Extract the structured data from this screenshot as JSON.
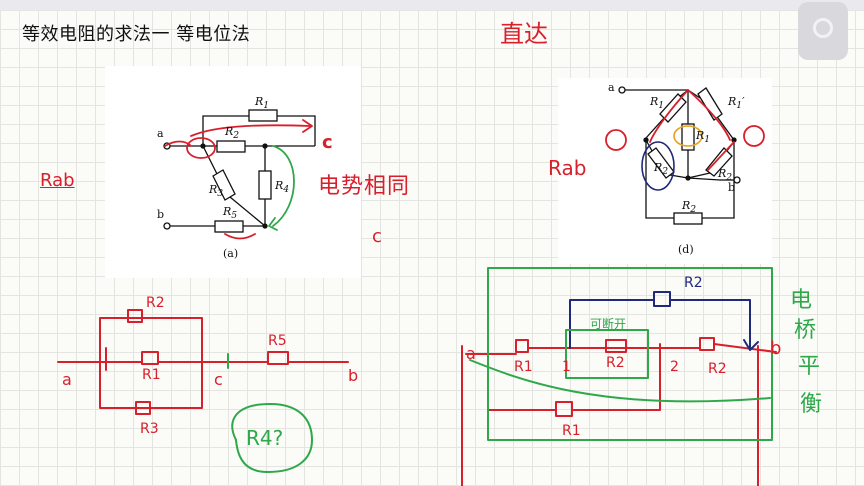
{
  "title": "等效电阻的求法一 等电位法",
  "figure_a": {
    "caption": "(a)",
    "labels": {
      "a": "a",
      "b": "b",
      "R1": "R",
      "R1_sub": "1",
      "R2": "R",
      "R2_sub": "2",
      "R3": "R",
      "R3_sub": "3",
      "R4": "R",
      "R4_sub": "4",
      "R5": "R",
      "R5_sub": "5"
    }
  },
  "figure_d": {
    "caption": "(d)",
    "labels": {
      "a": "a",
      "b": "b",
      "R1": "R",
      "R1_sub": "1",
      "R1p": "R",
      "R1p_sub": "1",
      "R1p_prime": "′",
      "R1c": "R",
      "R1c_sub": "1",
      "R2": "R",
      "R2_sub": "2",
      "R2b": "R",
      "R2b_sub": "2",
      "R2c": "R",
      "R2c_sub": "2"
    }
  },
  "annotations": {
    "rab_left": "Rab",
    "rab_right": "Rab",
    "c_top": "c",
    "c_bottom": "c",
    "equal_potential": "电势相同",
    "direct": "直达",
    "node1": "1",
    "node2": "2",
    "bridge": [
      "电",
      "桥",
      "平",
      "衡"
    ],
    "open_circuit": "可断开"
  },
  "sketch_left": {
    "a": "a",
    "c": "c",
    "b": "b",
    "R2": "R2",
    "R1": "R1",
    "R3": "R3",
    "R5": "R5",
    "R4q": "R4?"
  },
  "sketch_right": {
    "a": "a",
    "b": "b",
    "R1_left": "R1",
    "node1": "1",
    "R2_mid": "R2",
    "node2": "2",
    "R2_right": "R2",
    "R1_bottom": "R1",
    "R2_top": "R2"
  },
  "colors": {
    "ink_red": "#d8202c",
    "ink_green": "#2fa84a",
    "ink_navy": "#1f2a7a",
    "ink_orange": "#e6a21a",
    "print_black": "#111111"
  }
}
